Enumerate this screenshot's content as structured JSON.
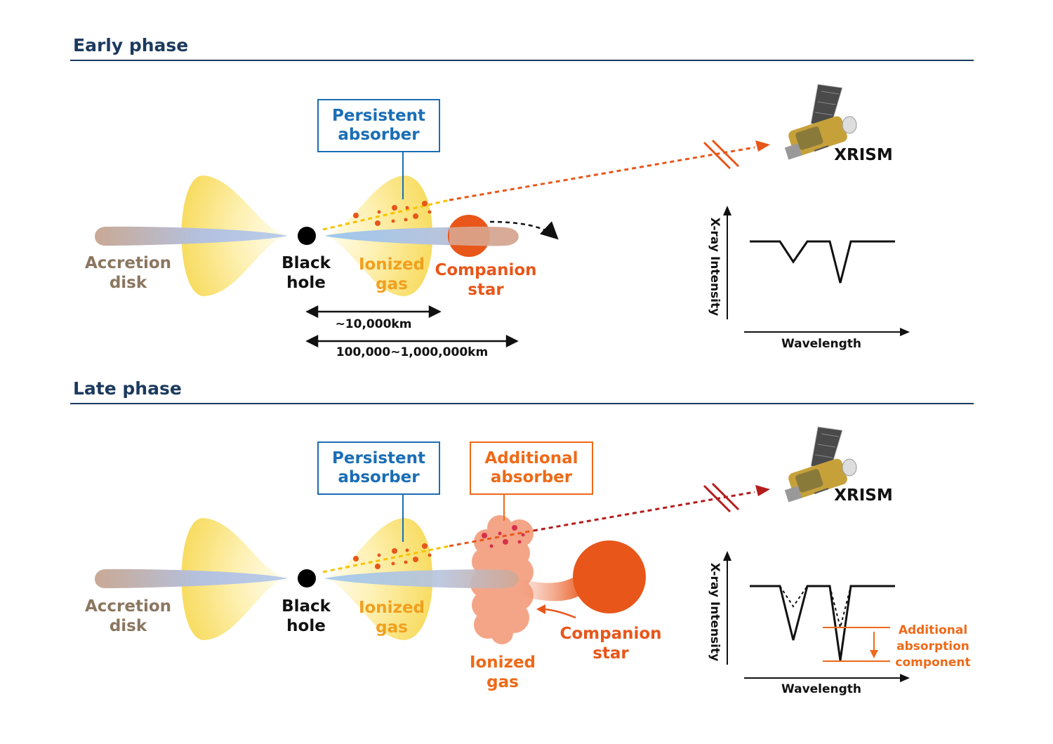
{
  "sections": {
    "early": {
      "heading": "Early phase",
      "disk_label": "Accretion\ndisk",
      "bh_label": "Black\nhole",
      "gas_label": "Ionized\ngas",
      "star_label": "Companion\nstar",
      "persistent_box": "Persistent\nabsorber",
      "dist_short": "~10,000km",
      "dist_long": "100,000~1,000,000km",
      "xrism": "XRISM",
      "ylabel": "X-ray Intensity",
      "xlabel": "Wavelength"
    },
    "late": {
      "heading": "Late phase",
      "disk_label": "Accretion\ndisk",
      "bh_label": "Black\nhole",
      "gas_label": "Ionized\ngas",
      "gas2_label": "Ionized\ngas",
      "star_label": "Companion\nstar",
      "persistent_box": "Persistent\nabsorber",
      "additional_box": "Additional\nabsorber",
      "xrism": "XRISM",
      "ylabel": "X-ray Intensity",
      "xlabel": "Wavelength",
      "component_label": "Additional\nabsorption\ncomponent"
    }
  },
  "colors": {
    "heading": "#1c3a5e",
    "disk_label": "#8b7660",
    "gas_label": "#f0a020",
    "star": "#e8561a",
    "persistent": "#1a6eb5",
    "additional": "#ee6a18",
    "ray_early": "#e8561a",
    "ray_late": "#b51c1c"
  }
}
